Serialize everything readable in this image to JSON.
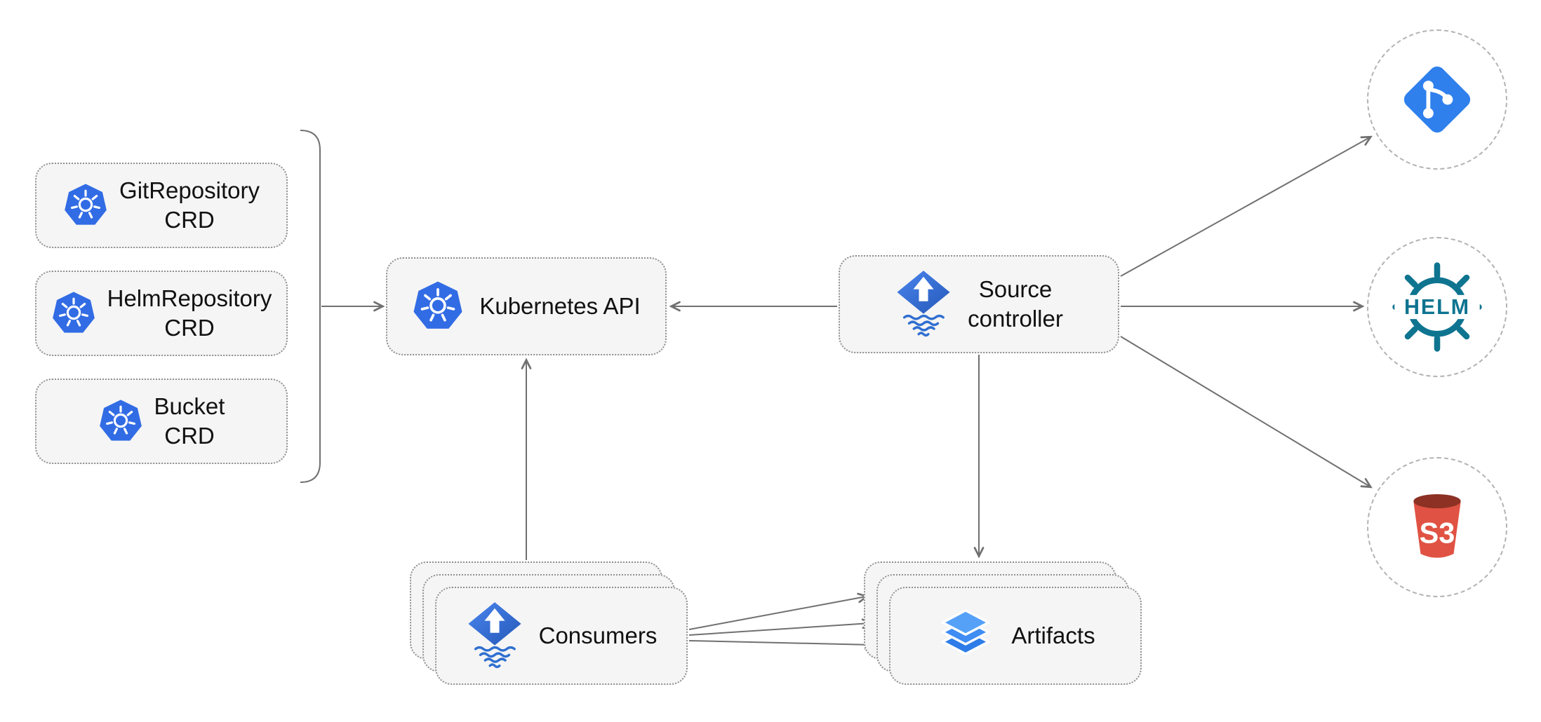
{
  "nodes": {
    "crds": [
      {
        "line1": "GitRepository",
        "line2": "CRD"
      },
      {
        "line1": "HelmRepository",
        "line2": "CRD"
      },
      {
        "line1": "Bucket",
        "line2": "CRD"
      }
    ],
    "kubernetes_api": {
      "label": "Kubernetes API"
    },
    "source_controller": {
      "line1": "Source",
      "line2": "controller"
    },
    "consumers": {
      "label": "Consumers"
    },
    "artifacts": {
      "label": "Artifacts"
    }
  },
  "external_targets": {
    "git": {
      "icon": "git-logo-icon"
    },
    "helm": {
      "label": "HELM",
      "icon": "helm-logo-icon"
    },
    "s3": {
      "label": "S3",
      "icon": "s3-bucket-icon"
    }
  },
  "colors": {
    "kubernetes_blue": "#326CE5",
    "flux_blue": "#3069D0",
    "git_blue": "#2F80ED",
    "helm_teal": "#0E7490",
    "s3_red": "#E05243",
    "layers_blue": "#3F8CF3",
    "edge_gray": "#707070",
    "node_fill": "#F5F5F5",
    "node_border": "#909090"
  }
}
